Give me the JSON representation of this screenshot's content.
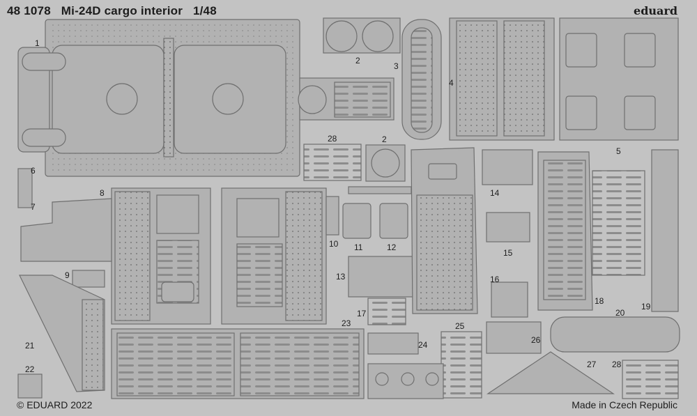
{
  "header": {
    "product_code": "48 1078",
    "title": "Mi-24D cargo interior",
    "scale": "1/48"
  },
  "brand": "eduard",
  "footer": {
    "copyright": "© EDUARD 2022",
    "origin": "Made in Czech Republic"
  },
  "part_numbers": [
    "1",
    "2",
    "3",
    "4",
    "5",
    "6",
    "7",
    "8",
    "9",
    "10",
    "11",
    "12",
    "13",
    "14",
    "15",
    "16",
    "17",
    "18",
    "19",
    "20",
    "21",
    "22",
    "23",
    "24",
    "25",
    "26",
    "27",
    "28",
    "2",
    "28"
  ],
  "colors": {
    "sheet": "#c3c3c3",
    "part_fill": "#b2b2b2",
    "part_stroke": "#6f6f6f",
    "text": "#1d1d1d"
  }
}
